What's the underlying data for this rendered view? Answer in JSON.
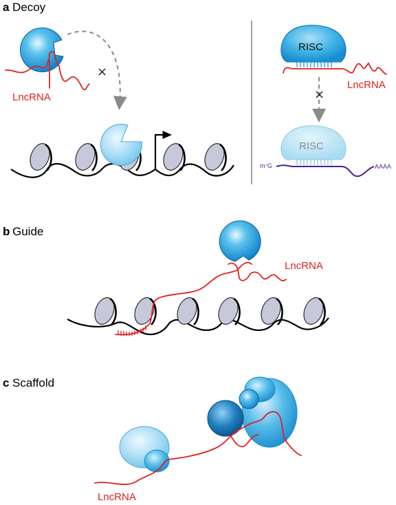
{
  "panels": {
    "a": {
      "letter": "a",
      "title": "Decoy"
    },
    "b": {
      "letter": "b",
      "title": "Guide"
    },
    "c": {
      "letter": "c",
      "title": "Scaffold"
    }
  },
  "labels": {
    "lncrna": "LncRNA",
    "risc": "RISC",
    "cap": "m⁷G",
    "polya": "AAAA",
    "blocked": "×"
  },
  "colors": {
    "lncrna": "#e21f1f",
    "protein_dark": "#0f8fd6",
    "protein_light": "#8fd3f0",
    "nucleosome": "#c7c9da",
    "mrna": "#4b1e91"
  }
}
